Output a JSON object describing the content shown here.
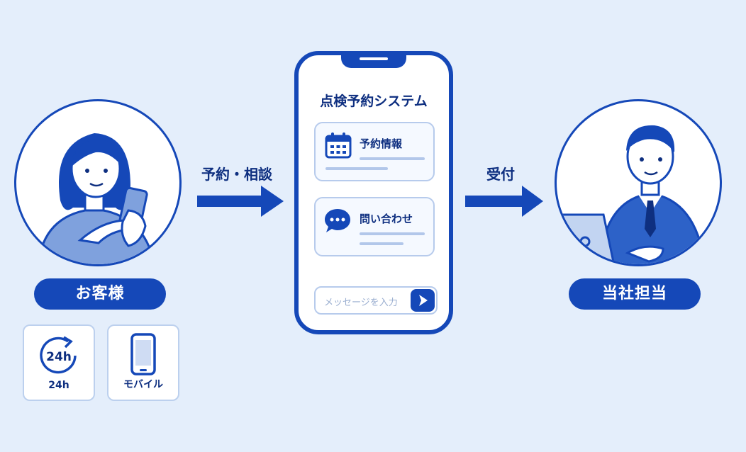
{
  "customer": {
    "label": "お客様"
  },
  "staff": {
    "label": "当社担当"
  },
  "flow": {
    "reserve_consult": "予約・相談",
    "reception": "受付"
  },
  "phone": {
    "title": "点検予約システム",
    "cards": [
      {
        "icon": "calendar-icon",
        "label": "予約情報"
      },
      {
        "icon": "chat-bubble-icon",
        "label": "問い合わせ"
      }
    ],
    "input": {
      "placeholder": "メッセージを入力",
      "send_icon": "send-icon"
    }
  },
  "features": [
    {
      "icon": "clock-24h-icon",
      "icon_text": "24h",
      "label": "24h"
    },
    {
      "icon": "smartphone-icon",
      "label": "モバイル"
    }
  ],
  "colors": {
    "primary": "#1548b8",
    "background": "#e4eefb",
    "light": "#b7cbec"
  }
}
